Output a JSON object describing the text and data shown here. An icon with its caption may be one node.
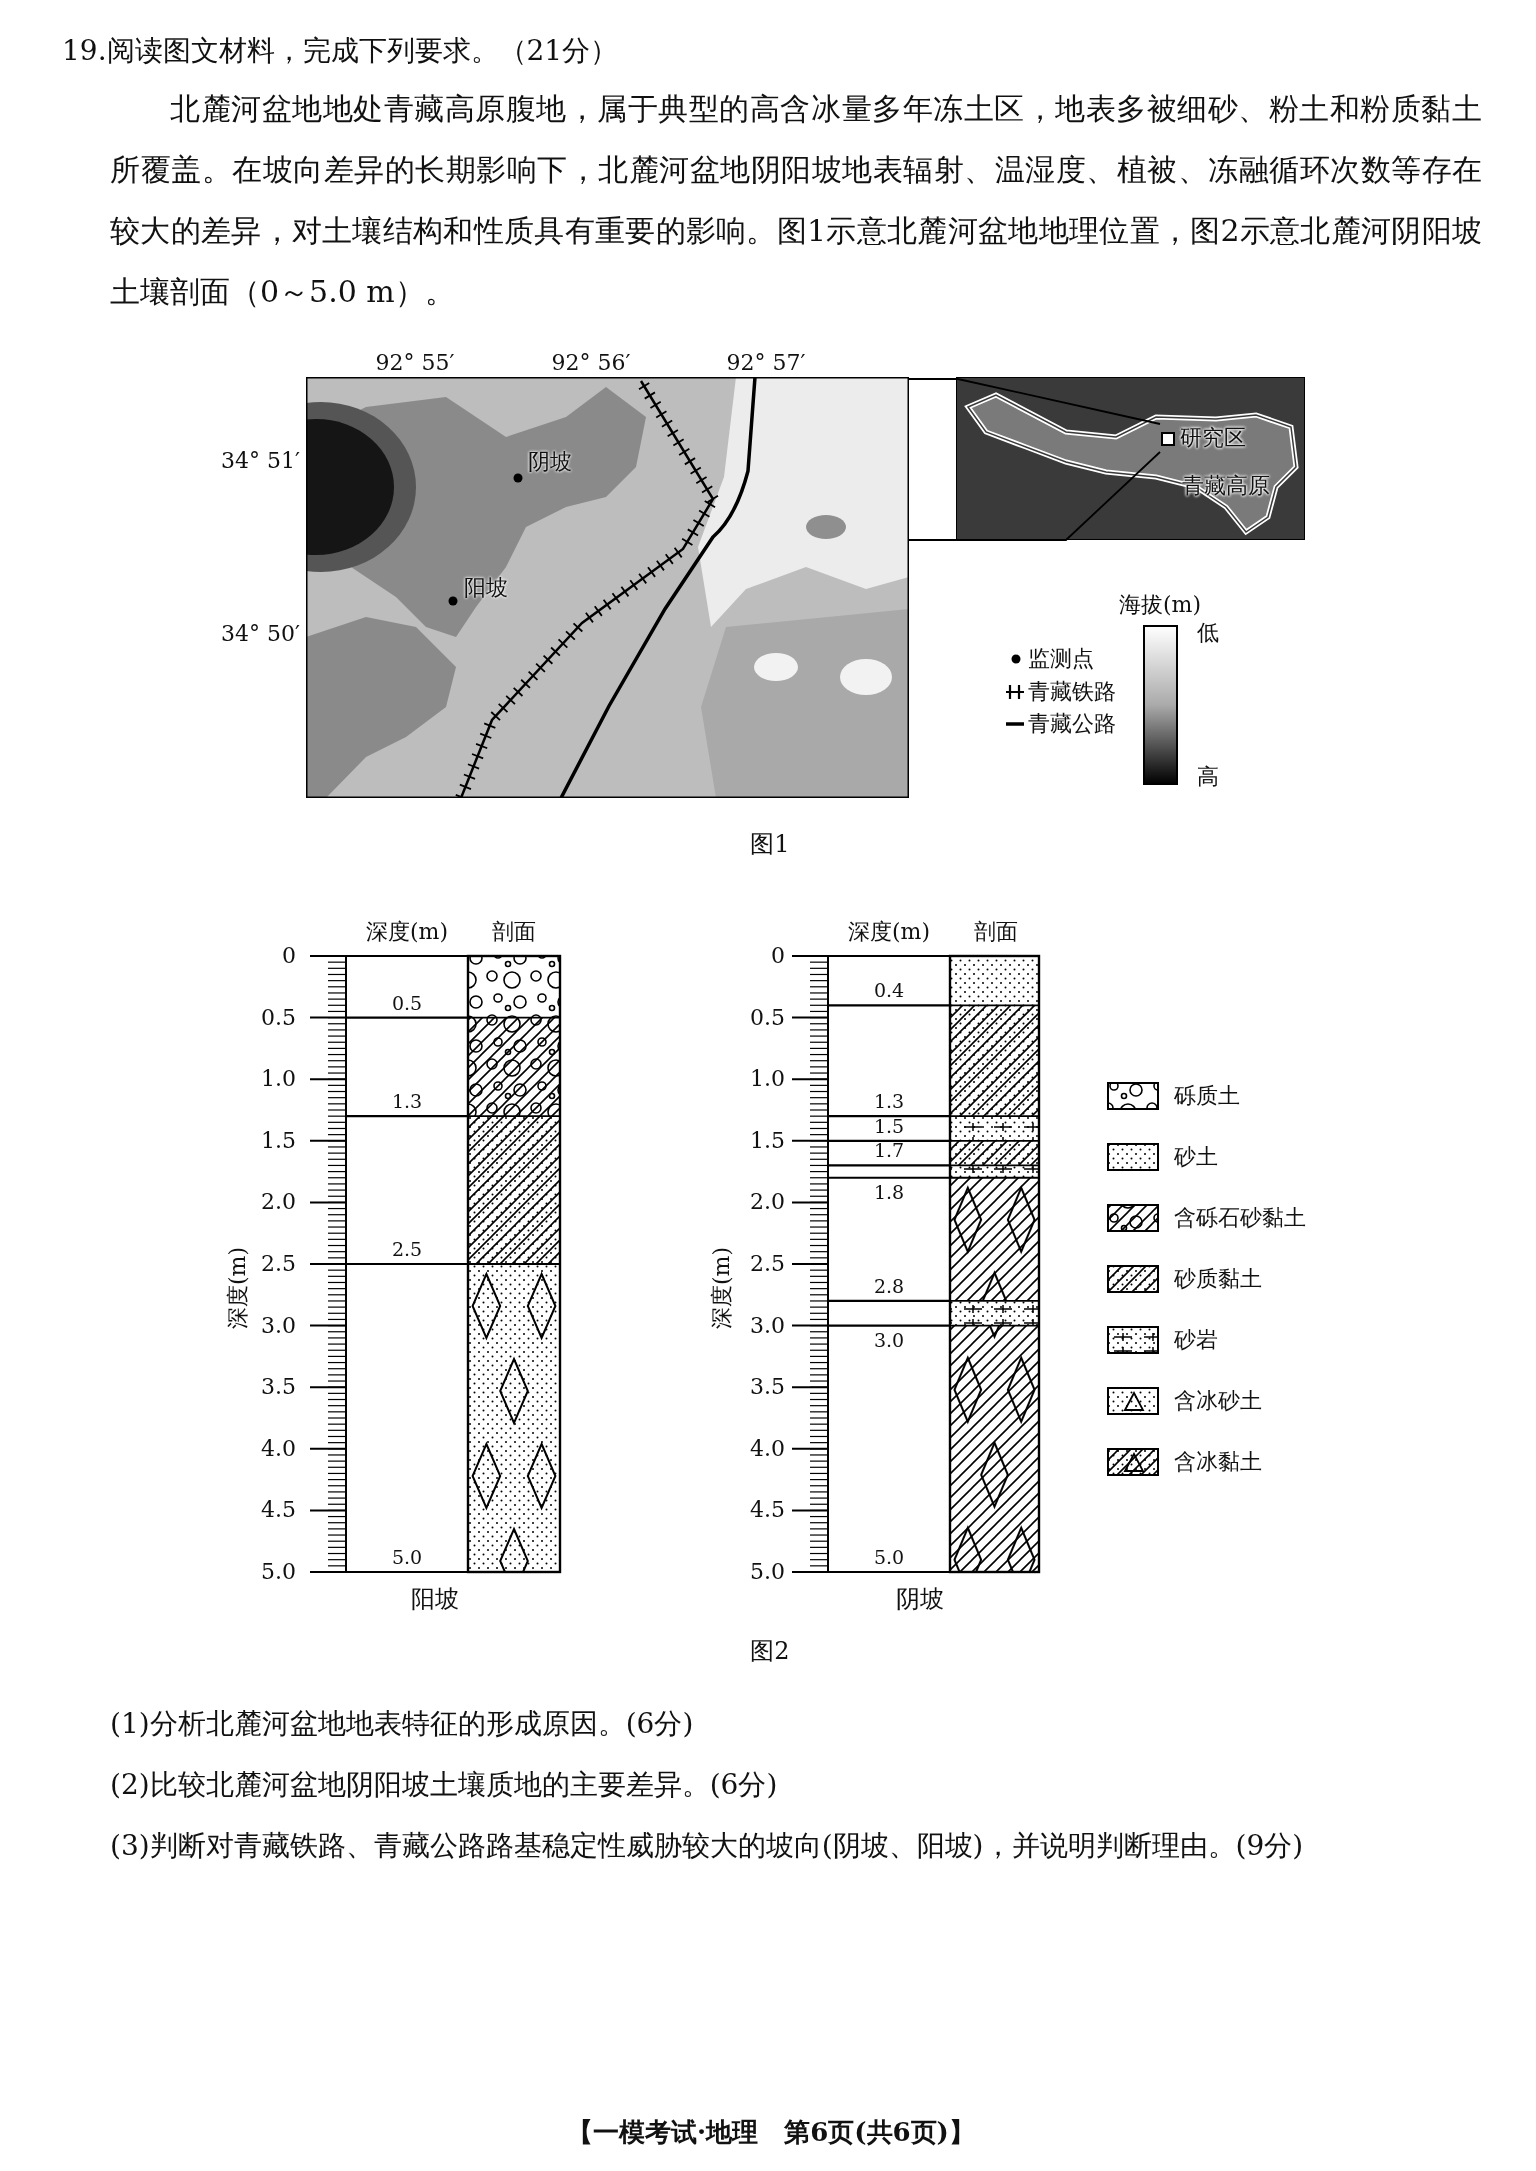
{
  "diagram": {
    "nodes": [
      {
        "text": [],
        "shape": "picture"
      },
      {
        "text": [
          "研究区"
        ]
      }
    ],
    "edges": [
      {
        "from": 1,
        "to": 0,
        "arrow": "none"
      },
      {
        "from": 1,
        "to": 0,
        "arrow": "none"
      }
    ],
    "labels": [
      "19.阅读图文材料，完成下列要求。（21分）",
      "北麓河盆地地处青藏高原腹地，属于典型的高含冰量多年冻土区，地表多被细砂、粉土和粉质黏土所覆盖。在坡向差异的长期影响下，北麓河盆地阴阳坡地表辐射、温湿度、植被、冻融循环次数等存在较大的差异，对土壤结构和性质具有重要的影响。图1示意北麓河盆地地理位置，图2示意北麓河阴阳坡土壤剖面（0～5.0 m）。",
      "92° 55′",
      "92° 56′",
      "92° 57′",
      "34° 51′",
      "34° 50′",
      "阴坡",
      "阳坡",
      "青藏高原",
      "海拔(m)",
      "低",
      "高",
      "图1",
      "深度(m)",
      "剖面",
      "0",
      "0.5",
      "1.0",
      "1.5",
      "2.0",
      "2.5",
      "3.0",
      "3.5",
      "4.0",
      "4.5",
      "5.0",
      "深度(m)",
      "0.5",
      "1.3",
      "2.5",
      "5.0",
      "阳坡",
      "深度(m)",
      "剖面",
      "0",
      "0.5",
      "1.0",
      "1.5",
      "2.0",
      "2.5",
      "3.0",
      "3.5",
      "4.0",
      "4.5",
      "5.0",
      "深度(m)",
      "0.4",
      "1.3",
      "1.5",
      "1.7",
      "1.8",
      "2.8",
      "3.0",
      "5.0",
      "阴坡",
      "图2",
      "(1)分析北麓河盆地地表特征的形成原因。(6分)",
      "(2)比较北麓河盆地阴阳坡土壤质地的主要差异。(6分)",
      "(3)判断对青藏铁路、青藏公路路基稳定性威胁较大的坡向(阴坡、阳坡)，并说明判断理由。(9分)",
      "【一模考试·地理　第6页(共6页)】"
    ],
    "legend": [
      {
        "text": "监测点"
      },
      {
        "text": "青藏铁路"
      },
      {
        "text": "青藏公路"
      },
      {
        "text": "砾质土"
      },
      {
        "text": "砂土"
      },
      {
        "text": "含砾石砂黏土"
      },
      {
        "text": "砂质黏土"
      },
      {
        "text": "砂岩"
      },
      {
        "text": "含冰砂土"
      },
      {
        "text": "含冰黏土"
      }
    ]
  }
}
